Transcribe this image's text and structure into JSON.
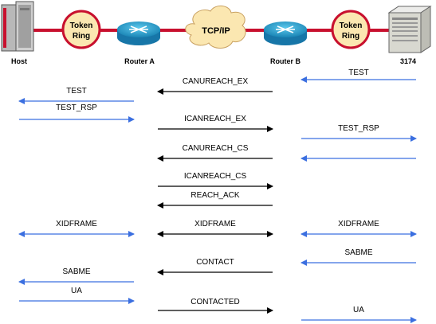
{
  "topology": {
    "host": "Host",
    "router_a": "Router A",
    "router_b": "Router B",
    "device_3174": "3174",
    "token_ring_left": [
      "Token",
      "Ring"
    ],
    "token_ring_right": [
      "Token",
      "Ring"
    ],
    "wan": "TCP/IP"
  },
  "colors": {
    "link": "#c8102e",
    "token_ring_fill": "#fbe7b1",
    "router": "#1e9bc8",
    "cloud": "#fbe7b1",
    "lan_arrow": "#3b6fe0",
    "wan_arrow": "#000000"
  },
  "messages": [
    {
      "segment": "right",
      "dir": "left",
      "label": "TEST"
    },
    {
      "segment": "mid",
      "dir": "left",
      "label": "CANUREACH_EX"
    },
    {
      "segment": "left",
      "dir": "left",
      "label": "TEST"
    },
    {
      "segment": "left",
      "dir": "right",
      "label": "TEST_RSP"
    },
    {
      "segment": "mid",
      "dir": "right",
      "label": "ICANREACH_EX"
    },
    {
      "segment": "right",
      "dir": "right",
      "label": "TEST_RSP"
    },
    {
      "segment": "mid",
      "dir": "left",
      "label": "CANUREACH_CS"
    },
    {
      "segment": "right",
      "dir": "left",
      "label": ""
    },
    {
      "segment": "mid",
      "dir": "right",
      "label": "ICANREACH_CS"
    },
    {
      "segment": "mid",
      "dir": "left",
      "label": "REACH_ACK"
    },
    {
      "segment": "left",
      "dir": "both",
      "label": "XIDFRAME"
    },
    {
      "segment": "mid",
      "dir": "both",
      "label": "XIDFRAME"
    },
    {
      "segment": "right",
      "dir": "both",
      "label": "XIDFRAME"
    },
    {
      "segment": "right",
      "dir": "left",
      "label": "SABME"
    },
    {
      "segment": "mid",
      "dir": "left",
      "label": "CONTACT"
    },
    {
      "segment": "left",
      "dir": "left",
      "label": "SABME"
    },
    {
      "segment": "left",
      "dir": "right",
      "label": "UA"
    },
    {
      "segment": "mid",
      "dir": "right",
      "label": "CONTACTED"
    },
    {
      "segment": "right",
      "dir": "right",
      "label": "UA"
    }
  ]
}
